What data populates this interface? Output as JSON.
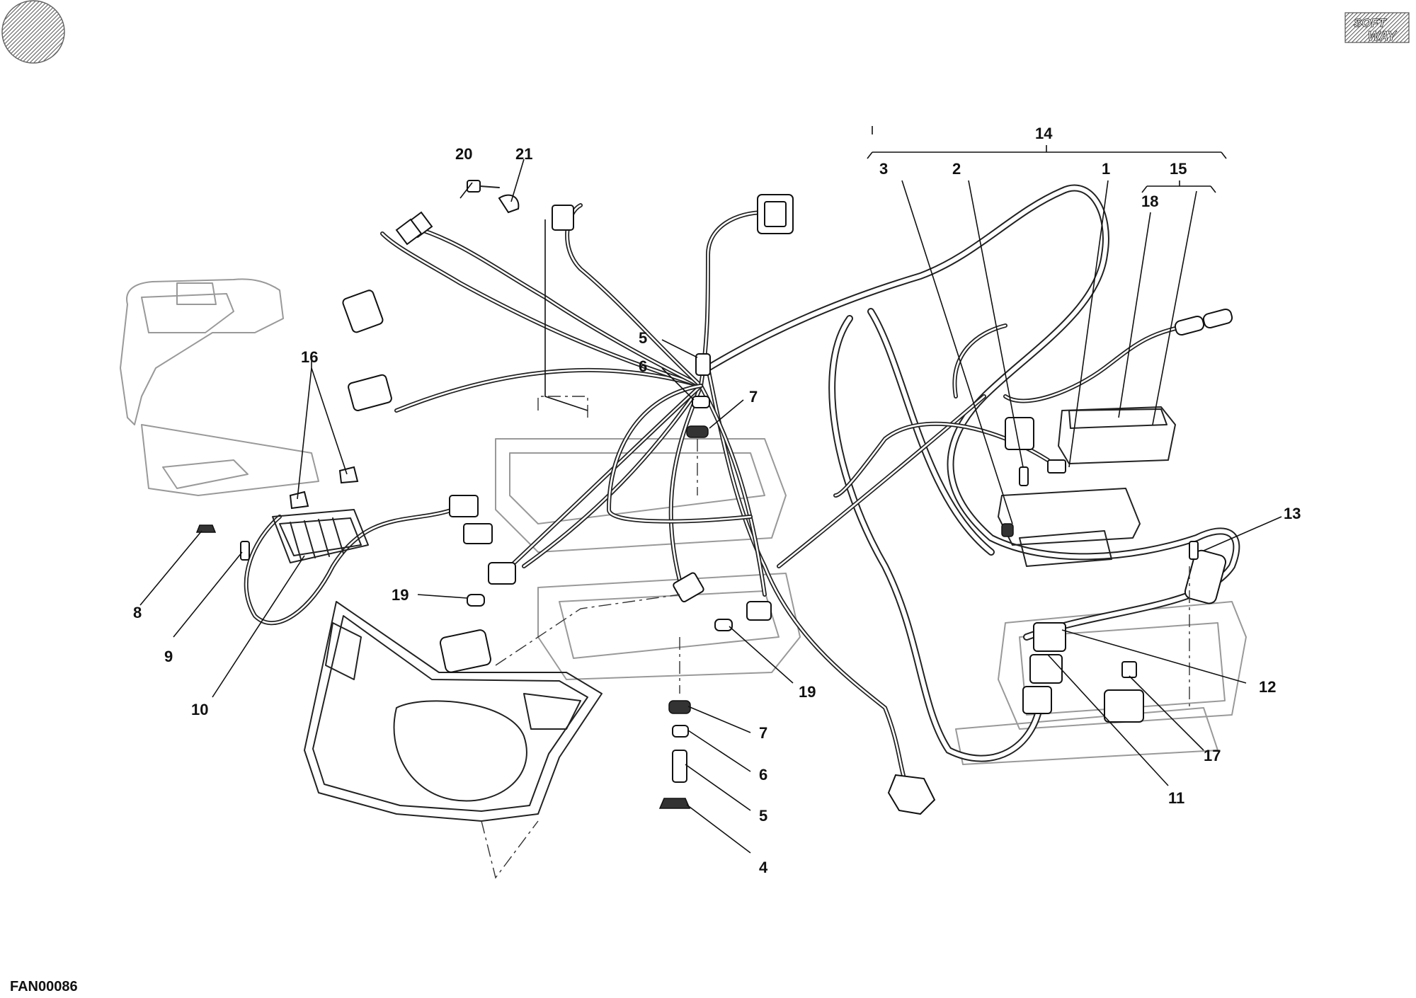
{
  "drawing_code": "FAN00086",
  "brand": {
    "line1": "SOFT",
    "line2": "WAY"
  },
  "callouts": [
    {
      "id": "c1",
      "text": "1"
    },
    {
      "id": "c2",
      "text": "2"
    },
    {
      "id": "c3",
      "text": "3"
    },
    {
      "id": "c4",
      "text": "4"
    },
    {
      "id": "c5a",
      "text": "5"
    },
    {
      "id": "c5b",
      "text": "5"
    },
    {
      "id": "c6a",
      "text": "6"
    },
    {
      "id": "c6b",
      "text": "6"
    },
    {
      "id": "c7a",
      "text": "7"
    },
    {
      "id": "c7b",
      "text": "7"
    },
    {
      "id": "c8",
      "text": "8"
    },
    {
      "id": "c9",
      "text": "9"
    },
    {
      "id": "c10",
      "text": "10"
    },
    {
      "id": "c11",
      "text": "11"
    },
    {
      "id": "c12",
      "text": "12"
    },
    {
      "id": "c13",
      "text": "13"
    },
    {
      "id": "c14",
      "text": "14"
    },
    {
      "id": "c15",
      "text": "15"
    },
    {
      "id": "c16",
      "text": "16"
    },
    {
      "id": "c17",
      "text": "17"
    },
    {
      "id": "c18",
      "text": "18"
    },
    {
      "id": "c19a",
      "text": "19"
    },
    {
      "id": "c19b",
      "text": "19"
    },
    {
      "id": "c20",
      "text": "20"
    },
    {
      "id": "c21",
      "text": "21"
    }
  ],
  "icons": [
    "round-badge-icon",
    "softway-logo-icon"
  ]
}
